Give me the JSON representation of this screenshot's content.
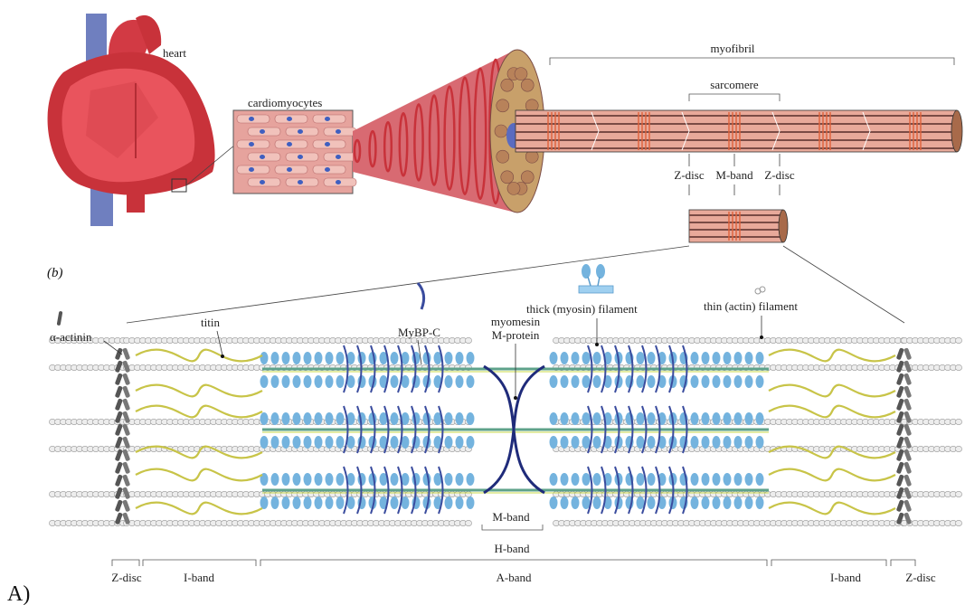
{
  "figure": {
    "panel_label_a": "A)",
    "panel_label_b": "(b)",
    "colors": {
      "heart_red": "#e9545d",
      "heart_dark": "#c8323a",
      "vessel_blue": "#6f7fbf",
      "myofibril": "#e8a99a",
      "myofibril_stripe": "#7a4b45",
      "thin_filament": "#c9c9c9",
      "myosin_head": "#74b3de",
      "myosin_stalk": "#5ea28a",
      "titin": "#c8c448",
      "alpha_actinin": "#555555",
      "mybpc": "#3a4c9e",
      "myomesin": "#1f2b7a"
    }
  },
  "panel_a": {
    "heart": "heart",
    "cardiomyocytes": "cardiomyocytes",
    "myofibril": "myofibril",
    "sarcomere": "sarcomere",
    "z_disc_left": "Z-disc",
    "m_band": "M-band",
    "z_disc_right": "Z-disc"
  },
  "panel_b": {
    "alpha_actinin": "α-actinin",
    "titin": "titin",
    "mybpc": "MyBP-C",
    "myomesin": "myomesin",
    "m_protein": "M-protein",
    "thick_filament": "thick (myosin) filament",
    "thin_filament": "thin (actin) filament",
    "m_band_inner": "M-band",
    "h_band": "H-band",
    "bottom_bands": [
      "Z-disc",
      "I-band",
      "A-band",
      "I-band",
      "Z-disc"
    ]
  }
}
